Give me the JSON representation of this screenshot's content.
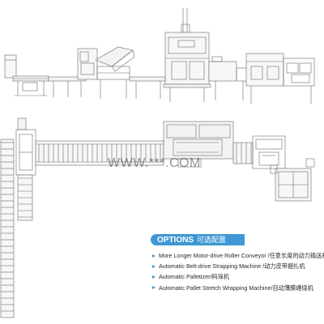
{
  "watermark": "WWW.***.COM",
  "options": {
    "title": "OPTIONS",
    "title_cn": "可选配置",
    "items": [
      "More Longer Motor-drive Roller Conveyor /任意长度的动力输送机",
      "Automatic Belt-drive Strapping Machine /动力皮带捆扎机",
      "Automatic Palletizer/码垛机",
      "Automatic Pallet Stretch Wrapping Machine/自动薄膜缠绕机"
    ]
  },
  "colors": {
    "line": "#6a6a6a",
    "accent": "#3e98d3",
    "fill": "#f3f3f3"
  }
}
